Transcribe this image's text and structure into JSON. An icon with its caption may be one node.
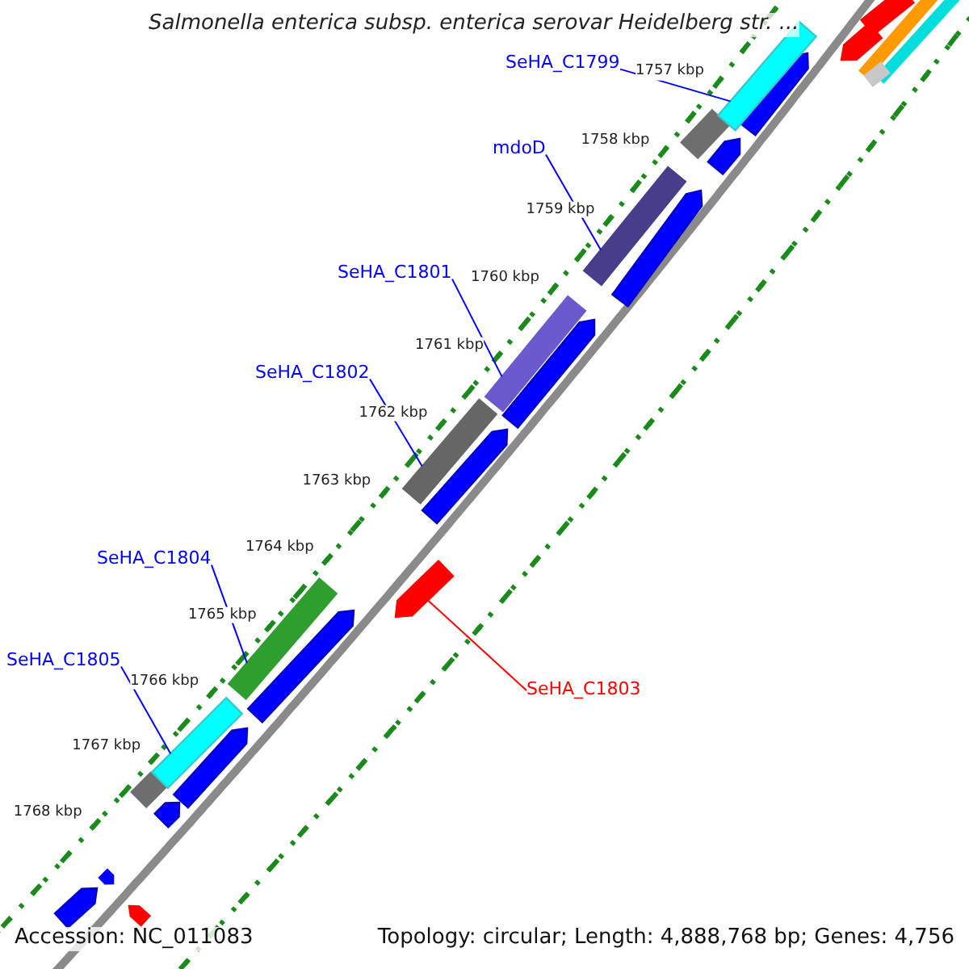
{
  "diagram": {
    "title": "Salmonella enterica subsp. enterica serovar Heidelberg str. ...",
    "nodes": [
      {
        "text": [
          "SeHA_C1799"
        ]
      },
      {
        "text": [],
        "shape": "bar"
      },
      {
        "text": [
          "mdoD"
        ]
      },
      {
        "text": [],
        "shape": "bar"
      },
      {
        "text": [
          "SeHA_C1801"
        ]
      },
      {
        "text": [],
        "shape": "bar"
      },
      {
        "text": [
          "SeHA_C1802"
        ]
      },
      {
        "text": [],
        "shape": "bar"
      },
      {
        "text": [
          "SeHA_C1804"
        ]
      },
      {
        "text": [],
        "shape": "bar"
      },
      {
        "text": [
          "SeHA_C1805"
        ]
      },
      {
        "text": [],
        "shape": "bar"
      },
      {
        "text": [
          "SeHA_C1803"
        ]
      },
      {
        "text": [],
        "shape": "bar"
      }
    ],
    "edges": [
      {
        "from": 0,
        "to": 1,
        "arrow": "none"
      },
      {
        "from": 2,
        "to": 3,
        "arrow": "none"
      },
      {
        "from": 4,
        "to": 5,
        "arrow": "none"
      },
      {
        "from": 6,
        "to": 7,
        "arrow": "none"
      },
      {
        "from": 8,
        "to": 9,
        "arrow": "none"
      },
      {
        "from": 10,
        "to": 11,
        "arrow": "none"
      },
      {
        "from": 12,
        "to": 13,
        "arrow": "none",
        "color": "#ff0000"
      }
    ],
    "labels": [
      "1757 kbp",
      "1758 kbp",
      "1759 kbp",
      "1760 kbp",
      "1761 kbp",
      "1762 kbp",
      "1763 kbp",
      "1764 kbp",
      "1765 kbp",
      "1766 kbp",
      "1767 kbp",
      "1768 kbp",
      "Accession: NC_011083",
      "Topology: circular; Length: 4,888,768 bp; Genes: 4,756"
    ]
  }
}
